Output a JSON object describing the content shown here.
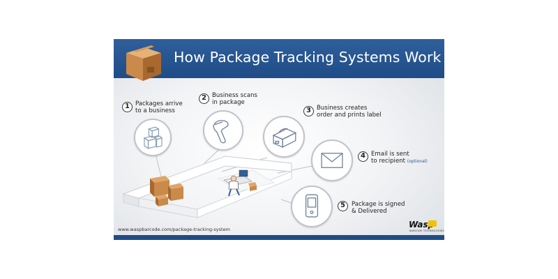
{
  "title": "How Package Tracking Systems Work",
  "url": "www.waspbarcode.com/package-tracking-system",
  "brand": {
    "name": "Wasp",
    "tagline": "BARCODE TECHNOLOGIES"
  },
  "steps": [
    {
      "number": "1",
      "line1": "Packages arrive",
      "line2": "to a business",
      "icon": "package-stack-icon"
    },
    {
      "number": "2",
      "line1": "Business scans",
      "line2": "in package",
      "icon": "barcode-scanner-icon"
    },
    {
      "number": "3",
      "line1": "Business creates",
      "line2": "order and prints label",
      "icon": "label-printer-icon"
    },
    {
      "number": "4",
      "line1": "Email is sent",
      "line2": "to recipient",
      "note": "(optional)",
      "icon": "envelope-icon"
    },
    {
      "number": "5",
      "line1": "Package is signed",
      "line2": "& Delivered",
      "icon": "handheld-device-icon"
    }
  ],
  "colors": {
    "header": "#1f4c86",
    "accent": "#2a5592",
    "box": "#c98a4a"
  }
}
